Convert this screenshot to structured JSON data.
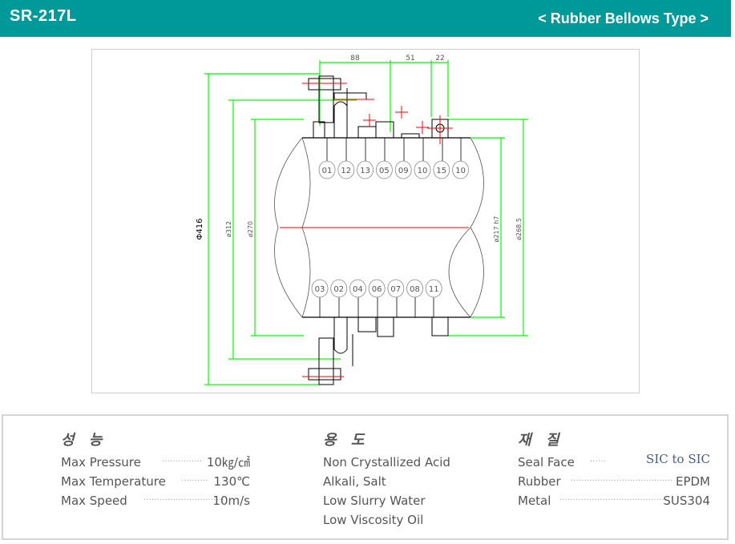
{
  "header": {
    "model": "SR-217L",
    "type_label": "< Rubber Bellows Type >"
  },
  "colors": {
    "header_bg": "#009999",
    "dimension_lines": "#00ff00",
    "centerlines": "#ff0000",
    "outline": "#000000",
    "text": "#555555",
    "accent_value": "#4a5a80"
  },
  "drawing": {
    "dimensions_top": [
      "88",
      "51",
      "22"
    ],
    "dimensions_left": [
      "Φ416",
      "ø312",
      "ø270"
    ],
    "dimensions_right": [
      "ø217 h7",
      "ø268.5"
    ],
    "callouts_top": [
      "01",
      "12",
      "13",
      "05",
      "09",
      "10",
      "15",
      "10"
    ],
    "callouts_bottom": [
      "03",
      "02",
      "04",
      "06",
      "07",
      "08",
      "11"
    ]
  },
  "specs": {
    "performance": {
      "heading": "성 능",
      "rows": [
        {
          "label": "Max Pressure",
          "dots": "...............",
          "value": "10㎏/㎠"
        },
        {
          "label": "Max Temperature",
          "dots": "..........",
          "value": "130℃"
        },
        {
          "label": "Max Speed",
          "dots": "..............................",
          "value": "10m/s"
        }
      ]
    },
    "application": {
      "heading": "용 도",
      "items": [
        "Non Crystallized Acid",
        "Alkali, Salt",
        "Low Slurry Water",
        "Low Viscosity Oil"
      ]
    },
    "material": {
      "heading": "재 질",
      "rows": [
        {
          "label": "Seal Face",
          "dots": "......",
          "value": "SIC to SIC"
        },
        {
          "label": "Rubber",
          "dots": "......................................",
          "value": "EPDM"
        },
        {
          "label": "Metal",
          "dots": "........................................",
          "value": "SUS304"
        }
      ]
    }
  }
}
